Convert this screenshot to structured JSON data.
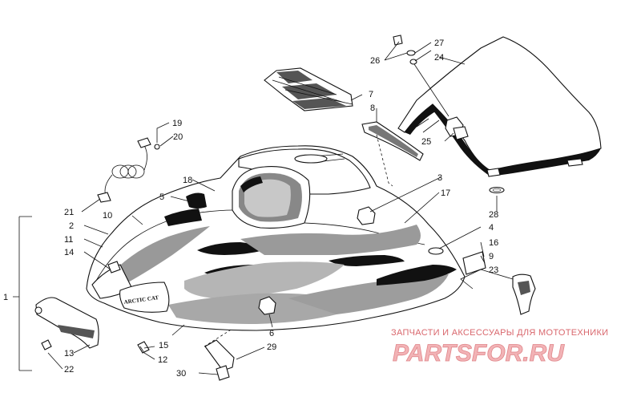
{
  "callouts": {
    "n1": "1",
    "n2": "2",
    "n3": "3",
    "n4": "4",
    "n5": "5",
    "n6": "6",
    "n7": "7",
    "n8": "8",
    "n9": "9",
    "n10": "10",
    "n11": "11",
    "n12": "12",
    "n13": "13",
    "n14": "14",
    "n15": "15",
    "n16": "16",
    "n17": "17",
    "n18": "18",
    "n19": "19",
    "n20": "20",
    "n21": "21",
    "n22": "22",
    "n23": "23",
    "n24": "24",
    "n25": "25",
    "n26": "26",
    "n27": "27",
    "n28": "28",
    "n29": "29",
    "n30": "30"
  },
  "hood_logo": "ARCTIC CAT",
  "watermark": {
    "tagline": "ЗАПЧАСТИ И АКСЕССУАРЫ ДЛЯ МОТОТЕХНИКИ",
    "brand": "PARTSFOR.RU"
  }
}
